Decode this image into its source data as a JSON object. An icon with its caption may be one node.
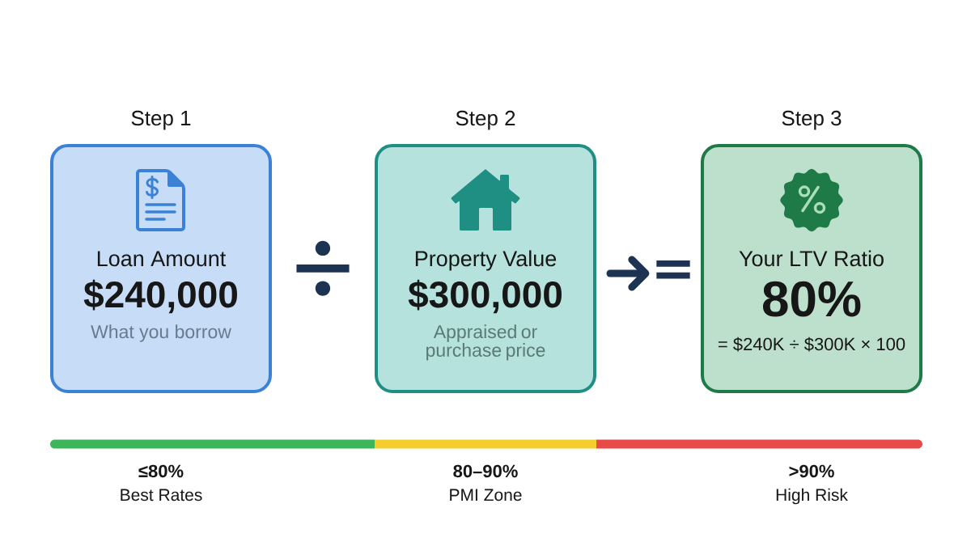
{
  "diagram": {
    "nodes": [
      {
        "text": [
          "Step 1",
          "Loan Amount",
          "$240,000",
          "What you borrow"
        ]
      },
      {
        "text": [
          "Step 2",
          "Property Value",
          "$300,000",
          "Appraised or purchase price"
        ]
      },
      {
        "text": [
          "="
        ]
      },
      {
        "text": [
          "Step 3",
          "Your LTV Ratio",
          "80%",
          "= $240K ÷ $300K × 100"
        ]
      }
    ],
    "edges": [
      {
        "from": 1,
        "to": 2,
        "arrow": "to"
      }
    ],
    "labels": [
      "÷",
      "≤80%",
      "Best Rates",
      "80–90%",
      "PMI Zone",
      ">90%",
      "High Risk"
    ]
  }
}
